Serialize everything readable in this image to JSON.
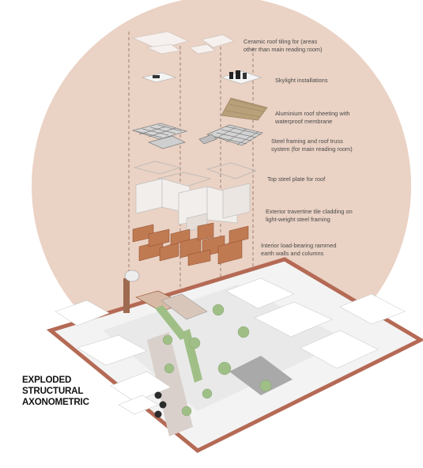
{
  "title": "EXPLODED\nSTRUCTURAL\nAXONOMETRIC",
  "layers": [
    {
      "label": "Ceramic roof tiling for (areas\nother than main reading room)"
    },
    {
      "label": "Skylight installations"
    },
    {
      "label": "Aluminium roof sheeting with\nwaterproof membrane"
    },
    {
      "label": "Steel framing and roof truss\nsystem (for main reading room)"
    },
    {
      "label": "Top steel plate for roof"
    },
    {
      "label": "Exterior travertine tile cladding on\nlight-weight steel framing"
    },
    {
      "label": "Interior load-bearing rammed\nearth walls and columns"
    }
  ],
  "colors": {
    "backdrop": "#ead2c4",
    "earth": "#c07a52",
    "earth_dark": "#8a4a2a",
    "steel": "#7d7d7d",
    "site_edge": "#b56a55",
    "tree": "#9fbf87",
    "road": "#a9a9a9"
  }
}
